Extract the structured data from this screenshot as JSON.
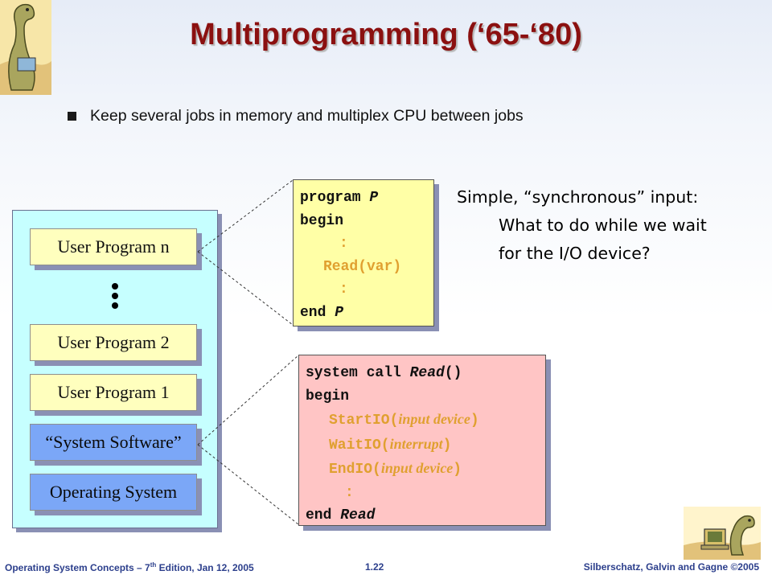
{
  "title": "Multiprogramming (‘65-‘80)",
  "bullet": "Keep several jobs in memory and multiplex CPU between jobs",
  "memory": {
    "program_n": "User Program n",
    "program_2": "User Program 2",
    "program_1": "User Program 1",
    "system_software": "“System Software”",
    "operating_system": "Operating System"
  },
  "code_program": {
    "line1_kw": "program ",
    "line1_name": "P",
    "line2": "begin",
    "line3": ":",
    "line4": "Read(var)",
    "line5": ":",
    "line6_kw": "end ",
    "line6_name": "P"
  },
  "code_syscall": {
    "line1_kw": "system call ",
    "line1_name": "Read",
    "line1_paren": "()",
    "line2": "begin",
    "line3_fn": "StartIO(",
    "line3_arg": "input device",
    "line3_close": ")",
    "line4_fn": "WaitIO(",
    "line4_arg": "interrupt",
    "line4_close": ")",
    "line5_fn": "EndIO(",
    "line5_arg": "input device",
    "line5_close": ")",
    "line6": ":",
    "line7_kw": "end ",
    "line7_name": "Read"
  },
  "question": {
    "line1": "Simple, “synchronous” input:",
    "line2": "What to do while we wait",
    "line3": "for the I/O device?"
  },
  "footer": {
    "left_prefix": "Operating System Concepts – 7",
    "left_sup": "th",
    "left_suffix": " Edition, Jan 12, 2005",
    "page": "1.22",
    "right": "Silberschatz, Galvin and Gagne ©2005"
  },
  "colors": {
    "title": "#8b1010",
    "memory_bg": "#c6ffff",
    "user_program_bg": "#ffffbe",
    "system_bg": "#7ba7f7",
    "code_program_bg": "#ffffa6",
    "code_syscall_bg": "#ffc5c5",
    "code_accent": "#e0a030",
    "footer": "#2c3f8c"
  }
}
